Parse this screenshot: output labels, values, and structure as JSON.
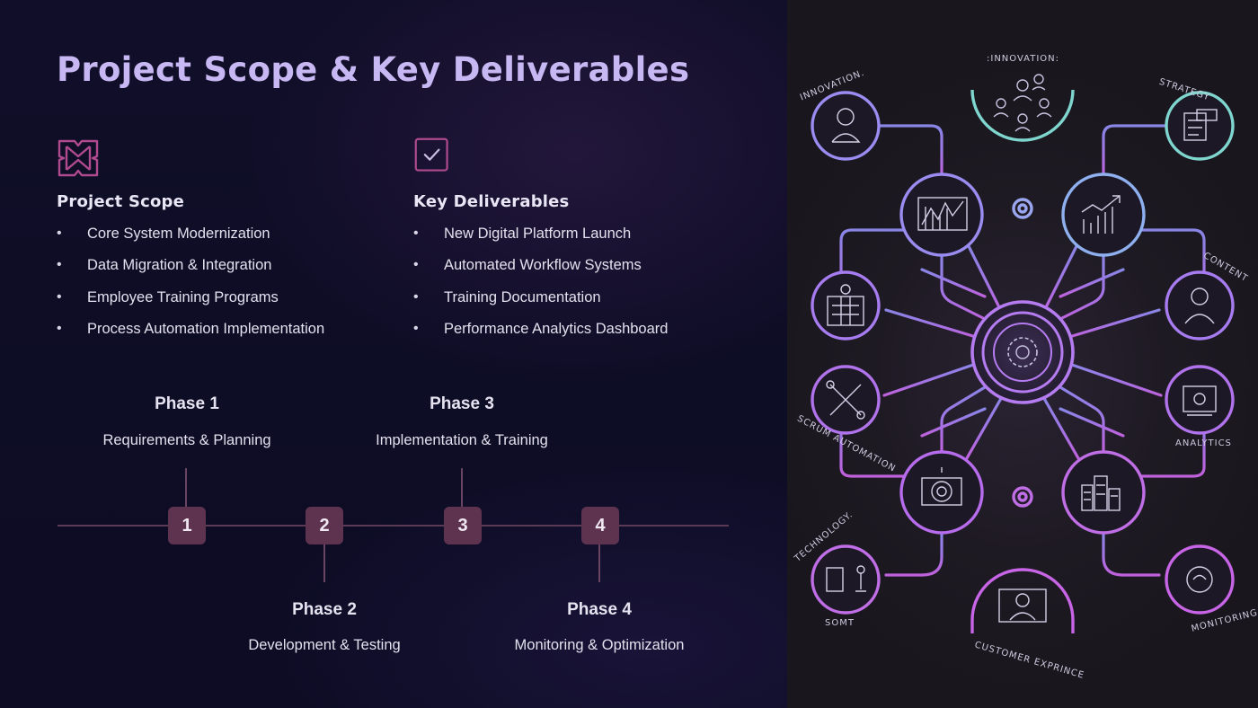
{
  "slide": {
    "title": "Project Scope & Key Deliverables"
  },
  "scope": {
    "heading": "Project Scope",
    "icon": "diamond-cross-icon",
    "items": [
      "Core System Modernization",
      "Data Migration & Integration",
      "Employee Training Programs",
      "Process Automation Implementation"
    ]
  },
  "deliverables": {
    "heading": "Key Deliverables",
    "icon": "checkbox-icon",
    "items": [
      "New Digital Platform Launch",
      "Automated Workflow Systems",
      "Training Documentation",
      "Performance Analytics Dashboard"
    ]
  },
  "timeline": {
    "phases": [
      {
        "number": "1",
        "title": "Phase 1",
        "desc": "Requirements & Planning"
      },
      {
        "number": "2",
        "title": "Phase 2",
        "desc": "Development & Testing"
      },
      {
        "number": "3",
        "title": "Phase 3",
        "desc": "Implementation & Training"
      },
      {
        "number": "4",
        "title": "Phase 4",
        "desc": "Monitoring & Optimization"
      }
    ]
  },
  "illustration": {
    "labels": {
      "top": ":INNOVATION:",
      "top_left": "INNOVATION.",
      "top_right": "STRATEGY",
      "right_top": "CONTENT",
      "left_bottom": "TECHNOLOGY.",
      "left_bottom2": "SOMT",
      "bottom": "CUSTOMER EXPRINCE",
      "right_bottom": "MONITORING",
      "left_mid": "SCRUM AUTOMATION",
      "right_mid": "ANALYTICS"
    }
  },
  "colors": {
    "accent_purple": "#c7b8f3",
    "node_fill": "#5e3350",
    "timeline_line": "#5a3a55",
    "icon_pink": "#b04a8f",
    "network_teal": "#7fd6cf",
    "network_violet": "#a67cf0",
    "network_magenta": "#c865e6"
  }
}
